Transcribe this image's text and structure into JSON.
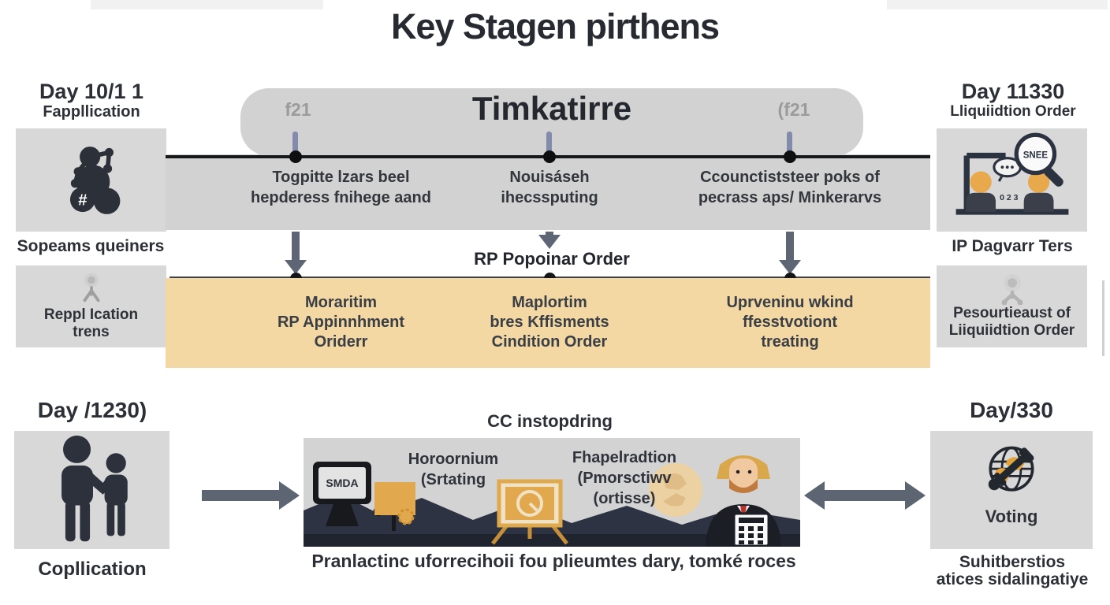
{
  "title": "Key Stagen pirthens",
  "palette": {
    "accent_orange": "#e8a94d",
    "band_orange": "#f3d8a3",
    "box_gray": "#d8d8d8",
    "slate_arrow": "#5d6573",
    "dark_text": "#2c3036",
    "navy_dark": "#2d3343"
  },
  "top_left": {
    "day": "Day 10/1 1",
    "subtitle": "Fappllication",
    "hash_glyph": "#",
    "caption": "Sopeams queiners",
    "box2_line1": "Reppl Ication",
    "box2_line2": "trens"
  },
  "timeline": {
    "header": "Timkatirre",
    "marker_left": "f21",
    "marker_right": "(f21",
    "row1": [
      {
        "lines": [
          "Togpitte lzars beel",
          "hepderess fnihege aand"
        ]
      },
      {
        "lines": [
          "Nouisáseh",
          "ihecssputing"
        ]
      },
      {
        "lines": [
          "Ccounctiststeer poks of",
          "pecrass aps/ Minkerarvs"
        ]
      }
    ],
    "mid_label": "RP Popoinar Order",
    "row2": [
      {
        "lines": [
          "Moraritim",
          "RP Appinnhment",
          "Oriderr"
        ]
      },
      {
        "lines": [
          "Maplortim",
          "bres Kffisments",
          "Cindition Order"
        ]
      },
      {
        "lines": [
          "Uprveninu wkind",
          "ffesstvotiont",
          "treating"
        ]
      }
    ]
  },
  "top_right": {
    "day": "Day 11330",
    "subtitle": "Lliquiidtion Order",
    "magnifier_label": "SNEE",
    "noise_glyphs": "0 2 3",
    "caption": "IP Dagvarr Ters",
    "box2_line1": "Pesourtieaust of",
    "box2_line2": "Liiquiidtion Order"
  },
  "bottom_left": {
    "day": "Day /1230)",
    "caption": "Copllication"
  },
  "bottom_center": {
    "heading": "CC instopdring",
    "monitor_label": "SMDA",
    "label1_line1": "Horoornium",
    "label1_line2": "(Srtating",
    "label2_line1": "Fhapelradtion",
    "label2_line2": "(Pmorsctiwv",
    "label2_line3": "(ortisse)",
    "caption": "Pranlactinc uforrecihoii fou plieumtes dary, tomké roces"
  },
  "bottom_right": {
    "day": "Day/330",
    "icon_label": "Voting",
    "caption_line1": "Suhitberstios",
    "caption_line2": "atices sidalingatiye"
  }
}
